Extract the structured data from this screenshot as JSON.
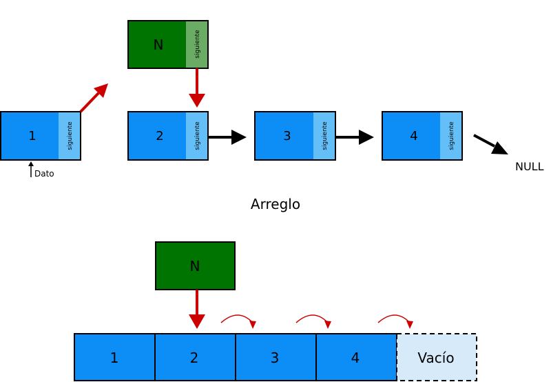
{
  "linked_list": {
    "next_label": "siguiente",
    "new_node_label": "N",
    "nodes": [
      "1",
      "2",
      "3",
      "4"
    ],
    "null_label": "NULL",
    "pointer_label": "Dato"
  },
  "array_section": {
    "title": "Arreglo",
    "new_item_label": "N",
    "cells": [
      "1",
      "2",
      "3",
      "4"
    ],
    "empty_label": "Vacío"
  },
  "colors": {
    "node_blue": "#0d8df6",
    "next_light_blue": "#64bff8",
    "new_green": "#007400",
    "new_next_green": "#6aac63",
    "red_arrow": "#cc0000",
    "empty_fill": "#d6eafa",
    "black": "#000000"
  }
}
